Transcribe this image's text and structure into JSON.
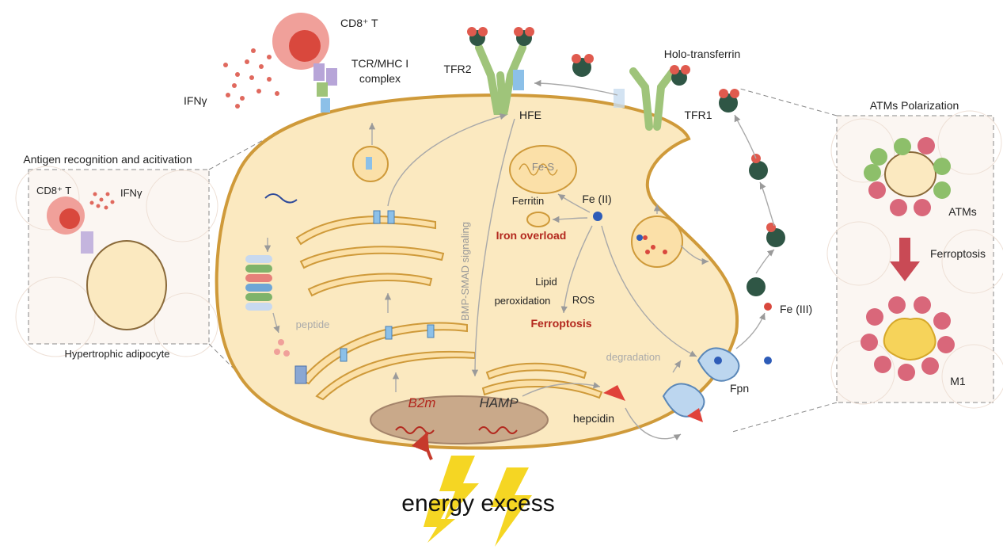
{
  "left_panel": {
    "title": "Antigen recognition and acitivation",
    "cd8_label": "CD8⁺ T",
    "ifn_label": "IFNγ",
    "caption": "Hypertrophic adipocyte"
  },
  "top": {
    "cd8_label": "CD8⁺ T",
    "ifn_label": "IFNγ",
    "tcr_label_line1": "TCR/MHC I",
    "tcr_label_line2": "complex",
    "tfr2_label": "TFR2",
    "hfe_label": "HFE",
    "holo_label": "Holo-transferrin",
    "tfr1_label": "TFR1"
  },
  "cell": {
    "bmp_label": "BMP-SMAD signaling",
    "fes_label": "Fe-S",
    "ferritin_label": "Ferritin",
    "fe2_label": "Fe (II)",
    "iron_overload_label": "Iron overload",
    "lipid_label": "Lipid",
    "peroxidation_label": "peroxidation",
    "ros_label": "ROS",
    "ferroptosis_label": "Ferroptosis",
    "peptide_label": "peptide",
    "degradation_label": "degradation",
    "b2m_label": "B2m",
    "hamp_label": "HAMP",
    "hepcidin_label": "hepcidin",
    "fpn_label": "Fpn",
    "fe3_label": "Fe (III)"
  },
  "right_panel": {
    "title": "ATMs Polarization",
    "atms_label": "ATMs",
    "ferroptosis_label": "Ferroptosis",
    "m1_label": "M1"
  },
  "bottom": {
    "energy_label": "energy excess"
  },
  "colors": {
    "cell_fill": "#fbe9c0",
    "cell_stroke": "#cf9a3a",
    "red_text": "#b3281e",
    "nucleus": "#c9a98a",
    "iron": "#e05a4e",
    "transferrin": "#2f5645",
    "receptor": "#9fc47a",
    "bolt": "#f5d623"
  }
}
